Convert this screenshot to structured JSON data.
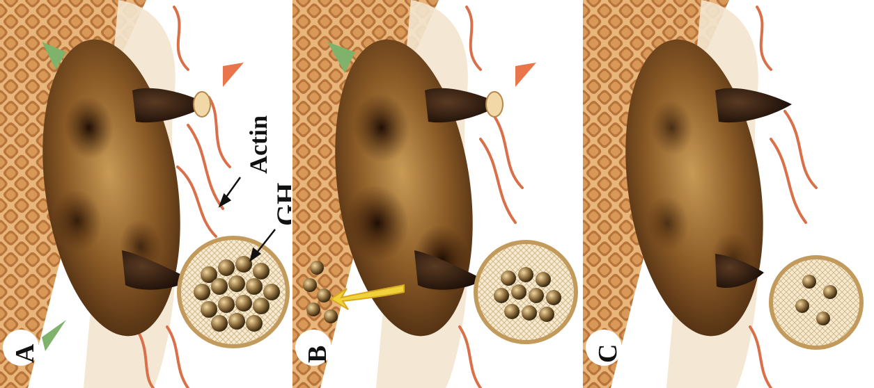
{
  "figure": {
    "panels": [
      {
        "letter": "A",
        "annotations": {
          "actin": "Actin",
          "gh": "GH"
        }
      },
      {
        "letter": "B"
      },
      {
        "letter": "C"
      }
    ],
    "colors": {
      "background_lattice": "#c98a44",
      "cell_body": "#7a4a1c",
      "actin_filaments": "#d9704a",
      "granule": "#8a6a3a",
      "green_arrowhead": "#7fb26a",
      "orange_arrowhead": "#e9754a",
      "yellow_arrow": "#f0d23a"
    }
  }
}
